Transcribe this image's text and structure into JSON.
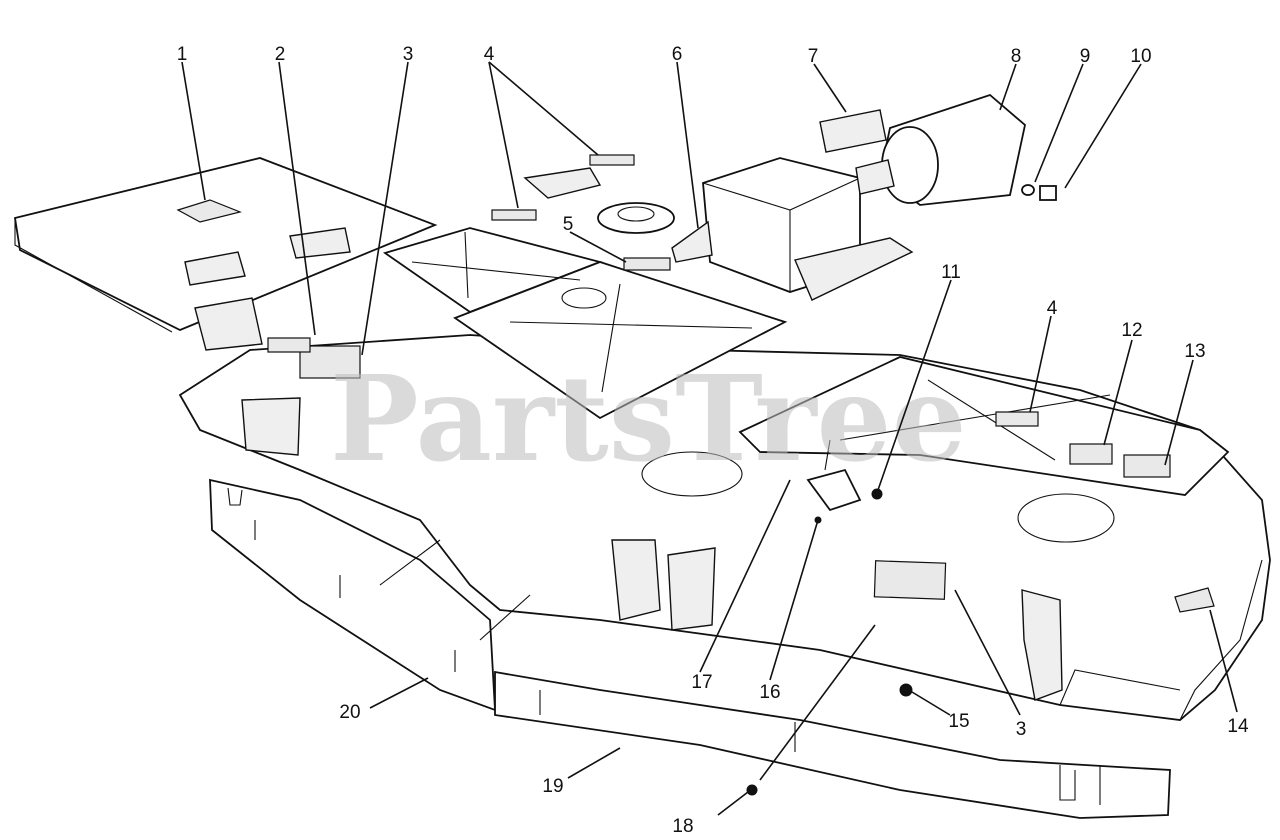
{
  "diagram": {
    "watermark": "PartsTree",
    "callouts": [
      {
        "id": "c1",
        "label": "1"
      },
      {
        "id": "c2",
        "label": "2"
      },
      {
        "id": "c3a",
        "label": "3"
      },
      {
        "id": "c4a",
        "label": "4"
      },
      {
        "id": "c5",
        "label": "5"
      },
      {
        "id": "c6",
        "label": "6"
      },
      {
        "id": "c7",
        "label": "7"
      },
      {
        "id": "c8",
        "label": "8"
      },
      {
        "id": "c9",
        "label": "9"
      },
      {
        "id": "c10",
        "label": "10"
      },
      {
        "id": "c11",
        "label": "11"
      },
      {
        "id": "c4b",
        "label": "4"
      },
      {
        "id": "c12",
        "label": "12"
      },
      {
        "id": "c13",
        "label": "13"
      },
      {
        "id": "c3b",
        "label": "3"
      },
      {
        "id": "c14",
        "label": "14"
      },
      {
        "id": "c15",
        "label": "15"
      },
      {
        "id": "c16",
        "label": "16"
      },
      {
        "id": "c17",
        "label": "17"
      },
      {
        "id": "c18",
        "label": "18"
      },
      {
        "id": "c19",
        "label": "19"
      },
      {
        "id": "c20",
        "label": "20"
      }
    ]
  }
}
